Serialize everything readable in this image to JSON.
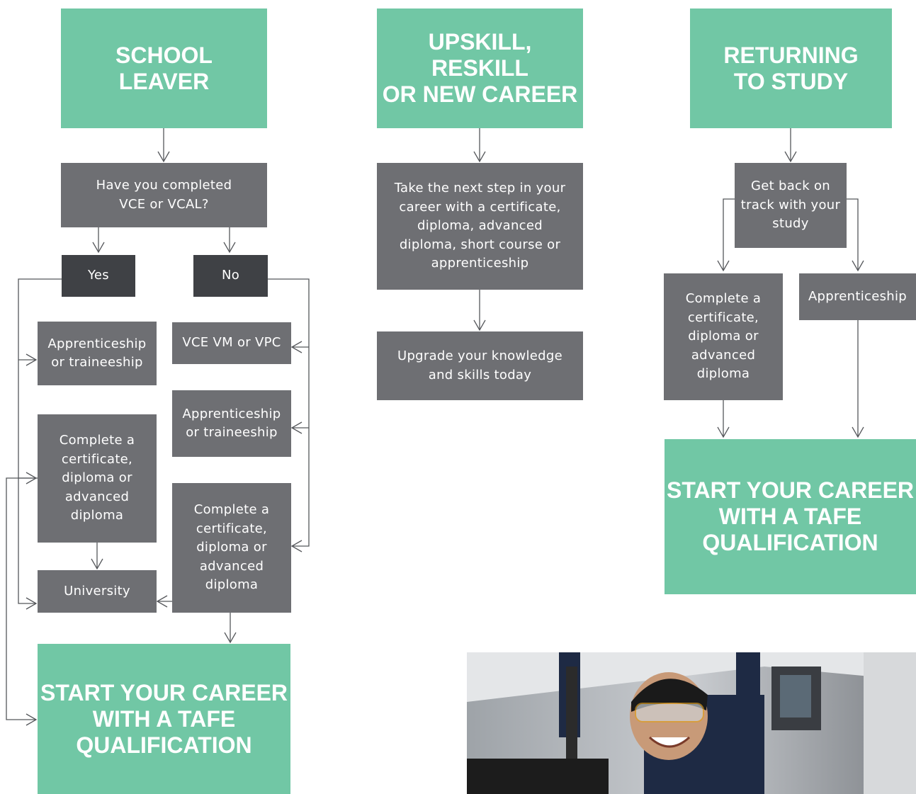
{
  "columns": {
    "school_leaver": {
      "title": "SCHOOL\nLEAVER",
      "question": "Have you completed\nVCE or VCAL?",
      "yes": "Yes",
      "no": "No",
      "yes_options": [
        "Apprenticeship\nor traineeship",
        "Complete a\ncertificate,\ndiploma or\nadvanced\ndiploma",
        "University"
      ],
      "no_options": [
        "VCE VM or VPC",
        "Apprenticeship\nor traineeship",
        "Complete a\ncertificate,\ndiploma or\nadvanced\ndiploma"
      ],
      "outcome": "START YOUR CAREER\nWITH A TAFE\nQUALIFICATION"
    },
    "upskill": {
      "title": "UPSKILL, RESKILL\nOR NEW CAREER",
      "step1": "Take the next step in your\ncareer with a certificate,\ndiploma, advanced\ndiploma, short course or\napprenticeship",
      "step2": "Upgrade your knowledge\nand skills today"
    },
    "returning": {
      "title": "RETURNING\nTO STUDY",
      "step1": "Get back on\ntrack with your\nstudy",
      "option_left": "Complete a\ncertificate,\ndiploma or\nadvanced\ndiploma",
      "option_right": "Apprenticeship",
      "outcome": "START YOUR CAREER\nWITH A TAFE\nQUALIFICATION"
    }
  },
  "colors": {
    "green": "#71c7a5",
    "gray": "#6e6f73",
    "dark": "#3f4145",
    "connector": "#55575b"
  },
  "photo": {
    "subject": "student-in-safety-glasses"
  }
}
